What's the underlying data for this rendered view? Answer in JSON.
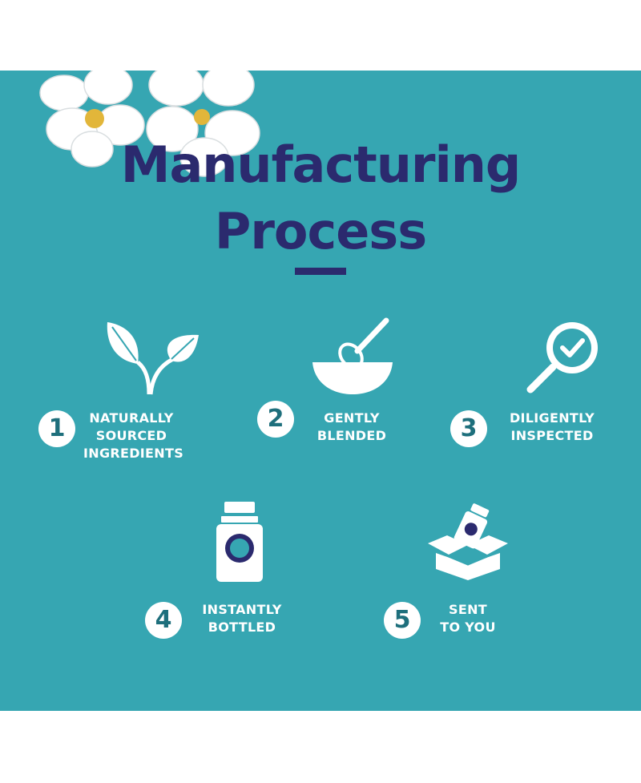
{
  "colors": {
    "background": "#36a6b2",
    "title": "#2b2a6e",
    "icon": "#ffffff",
    "number": "#1e6f7c"
  },
  "title": {
    "line1": "Manufacturing",
    "line2": "Process"
  },
  "steps": [
    {
      "number": "1",
      "icon": "leaf-sprout-icon",
      "lines": [
        "NATURALLY",
        "SOURCED",
        "INGREDIENTS"
      ]
    },
    {
      "number": "2",
      "icon": "mixing-bowl-whisk-icon",
      "lines": [
        "GENTLY",
        "BLENDED"
      ]
    },
    {
      "number": "3",
      "icon": "magnifier-check-icon",
      "lines": [
        "DILIGENTLY",
        "INSPECTED"
      ]
    },
    {
      "number": "4",
      "icon": "supplement-bottle-icon",
      "lines": [
        "INSTANTLY",
        "BOTTLED"
      ]
    },
    {
      "number": "5",
      "icon": "shipping-box-icon",
      "lines": [
        "SENT",
        "TO YOU"
      ]
    }
  ]
}
